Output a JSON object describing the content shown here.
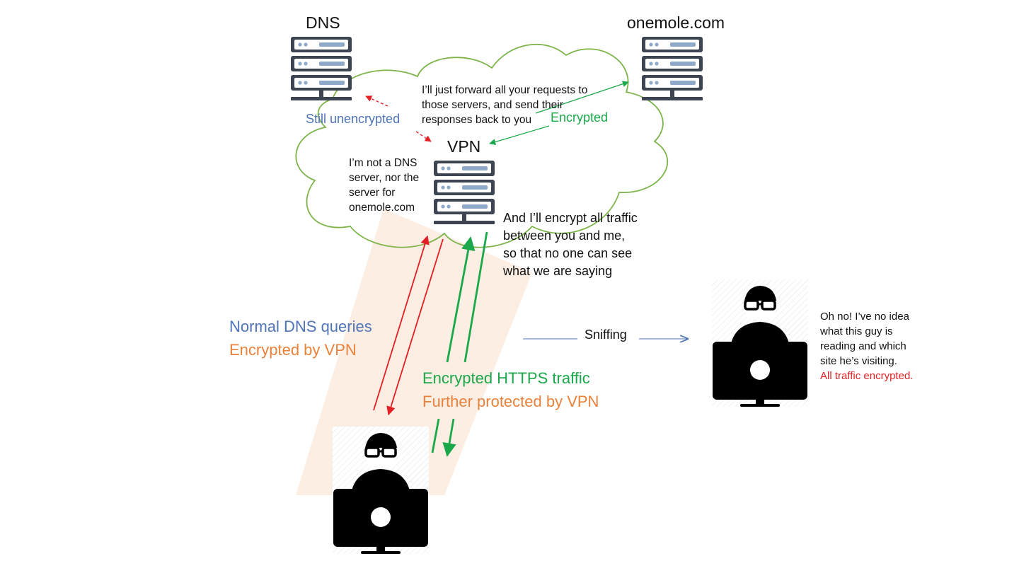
{
  "nodes": {
    "dns": {
      "label": "DNS",
      "icon": "server-icon"
    },
    "site": {
      "label": "onemole.com",
      "icon": "server-icon"
    },
    "vpn": {
      "label": "VPN",
      "icon": "server-icon"
    },
    "user": {
      "icon": "user-at-computer-icon"
    },
    "sniffer": {
      "icon": "user-at-computer-icon"
    }
  },
  "labels": {
    "still_unencrypted": "Still unencrypted",
    "encrypted": "Encrypted",
    "forward_note": "I’ll just forward all your requests to\nthose servers, and send their\nresponses back to you",
    "not_dns_note": "I’m not a DNS\nserver, nor the\nserver for\nonemole.com",
    "encrypt_note": "And I’ll encrypt all traffic\nbetween you and me,\nso that no one can see\nwhat we are saying",
    "dns_queries": "Normal DNS queries",
    "dns_encrypted": "Encrypted by VPN",
    "https_traffic": "Encrypted HTTPS traffic",
    "https_protected": "Further protected by VPN",
    "sniffing": "Sniffing",
    "sniffer_note": "Oh no! I’ve no idea\nwhat this guy is\nreading and which\nsite he’s visiting.",
    "sniffer_alert": "All traffic encrypted."
  },
  "colors": {
    "server": "#3d4553",
    "server_light": "#8fa9c8",
    "cloud": "#7db44a",
    "tunnel": "#fdeee4",
    "dns_arrow": "#e31e24",
    "https_arrow": "#1aa84b",
    "sniff_arrow": "#4f74b8",
    "blue_text": "#4f74b8",
    "green_text": "#1aa84b",
    "orange_text": "#e8823a",
    "red_text": "#e31e24"
  }
}
